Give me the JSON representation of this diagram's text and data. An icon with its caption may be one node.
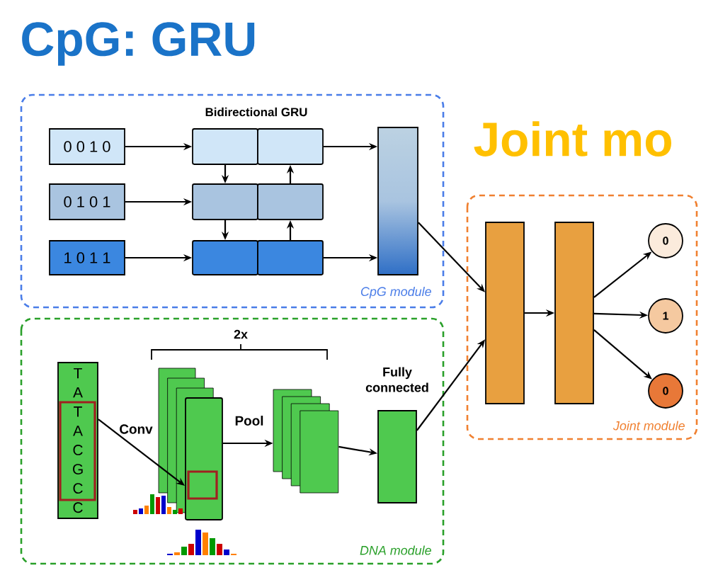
{
  "diagram": {
    "title": "CpG: GRU",
    "nodes": [
      {
        "text": [
          "Bidirectional GRU",
          "CpG module"
        ]
      },
      {
        "text": [
          "0 0 1 0"
        ],
        "in": 0
      },
      {
        "text": [
          "0 1 0 1"
        ],
        "in": 0
      },
      {
        "text": [
          "1 0 1 1"
        ],
        "in": 0
      },
      {
        "text": [],
        "shape": "box",
        "in": 0
      },
      {
        "text": [],
        "shape": "box",
        "in": 0
      },
      {
        "text": [],
        "shape": "box",
        "in": 0
      },
      {
        "text": [],
        "shape": "box",
        "in": 0
      },
      {
        "text": [],
        "shape": "box",
        "in": 0
      },
      {
        "text": [],
        "shape": "box",
        "in": 0
      },
      {
        "text": [],
        "shape": "bar",
        "in": 0
      },
      {
        "text": [
          "DNA module"
        ]
      },
      {
        "text": [
          "T A T A C G C C"
        ],
        "in": 11
      },
      {
        "text": [],
        "shape": "box",
        "in": 11
      },
      {
        "text": [],
        "shape": "box",
        "in": 11
      },
      {
        "text": [],
        "shape": "bar",
        "in": 11,
        "beside": [
          "Fully connected"
        ]
      },
      {
        "text": [
          "Joint module"
        ]
      },
      {
        "text": [],
        "shape": "bar",
        "in": 16
      },
      {
        "text": [],
        "shape": "bar",
        "in": 16
      },
      {
        "text": [
          "0"
        ],
        "in": 16
      },
      {
        "text": [
          "1"
        ],
        "in": 16
      },
      {
        "text": [
          "0"
        ],
        "in": 16
      }
    ],
    "edges": [
      {
        "from": 1,
        "to": 4,
        "arrow": "to"
      },
      {
        "from": 2,
        "to": 6,
        "arrow": "to"
      },
      {
        "from": 3,
        "to": 8,
        "arrow": "to"
      },
      {
        "from": 4,
        "to": 6,
        "arrow": "to"
      },
      {
        "from": 6,
        "to": 8,
        "arrow": "to"
      },
      {
        "from": 9,
        "to": 7,
        "arrow": "to"
      },
      {
        "from": 7,
        "to": 5,
        "arrow": "to"
      },
      {
        "from": 5,
        "to": 10,
        "arrow": "to"
      },
      {
        "from": 9,
        "to": 10,
        "arrow": "to"
      },
      {
        "from": 12,
        "to": 13,
        "arrow": "to",
        "label": "Conv"
      },
      {
        "from": 13,
        "to": 14,
        "arrow": "to",
        "label": "Pool"
      },
      {
        "from": 14,
        "to": 15,
        "arrow": "to"
      },
      {
        "from": 10,
        "to": 17,
        "arrow": "to"
      },
      {
        "from": 15,
        "to": 17,
        "arrow": "to"
      },
      {
        "from": 17,
        "to": 18,
        "arrow": "to"
      },
      {
        "from": 18,
        "to": 19,
        "arrow": "to"
      },
      {
        "from": 18,
        "to": 20,
        "arrow": "to"
      },
      {
        "from": 18,
        "to": 21,
        "arrow": "to"
      }
    ],
    "labels": [
      "Joint mo",
      "2x"
    ]
  }
}
